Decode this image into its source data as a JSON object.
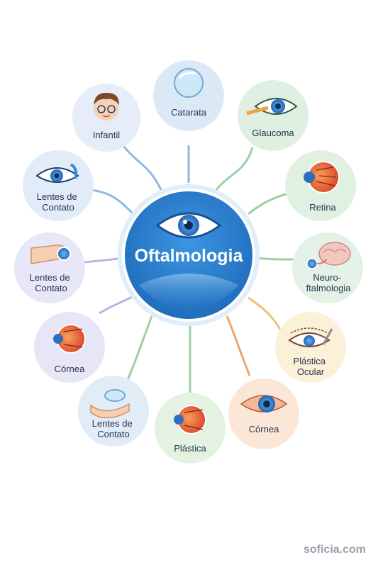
{
  "center": {
    "label": "Oftalmologia"
  },
  "nodes": [
    {
      "id": "catarata",
      "label_lines": [
        "Catarata"
      ],
      "icon": "lens-icon",
      "color": "#dbe9f7"
    },
    {
      "id": "infantil",
      "label_lines": [
        "Infantil"
      ],
      "icon": "child-face-icon",
      "color": "#e6ecf8"
    },
    {
      "id": "glaucoma",
      "label_lines": [
        "Glaucoma"
      ],
      "icon": "eye-pressure-icon",
      "color": "#dff0e2"
    },
    {
      "id": "lentes-1",
      "label_lines": [
        "Lentes de",
        "Contato"
      ],
      "icon": "eye-lashes-icon",
      "color": "#e2ebf8"
    },
    {
      "id": "retina",
      "label_lines": [
        "Retina"
      ],
      "icon": "eyeball-retina-icon",
      "color": "#e1f1e1"
    },
    {
      "id": "lentes-2",
      "label_lines": [
        "Lentes de",
        "Contato"
      ],
      "icon": "finger-lens-icon",
      "color": "#e8e7f7"
    },
    {
      "id": "neuro",
      "label_lines": [
        "Neuro-",
        "ftalmologia"
      ],
      "icon": "brain-eye-icon",
      "color": "#e3f1e6"
    },
    {
      "id": "cornea-1",
      "label_lines": [
        "Córnea"
      ],
      "icon": "eyeball-icon",
      "color": "#e7e6f7"
    },
    {
      "id": "plastica-ocular",
      "label_lines": [
        "Plástica",
        "Ocular"
      ],
      "icon": "eyelid-scalpel-icon",
      "color": "#fbf0d8"
    },
    {
      "id": "lentes-3",
      "label_lines": [
        "Lentes de",
        "Contato"
      ],
      "icon": "hand-lens-icon",
      "color": "#e1ecf7"
    },
    {
      "id": "plastica",
      "label_lines": [
        "Plástica"
      ],
      "icon": "eyeball-icon",
      "color": "#e3f2e1"
    },
    {
      "id": "cornea-2",
      "label_lines": [
        "Córnea"
      ],
      "icon": "eye-side-icon",
      "color": "#fbe7d8"
    }
  ],
  "watermark": "soficia.com",
  "colors": {
    "center_fill": "#2f86d6",
    "center_ring": "#dfeefa",
    "text": "#2a3550"
  }
}
